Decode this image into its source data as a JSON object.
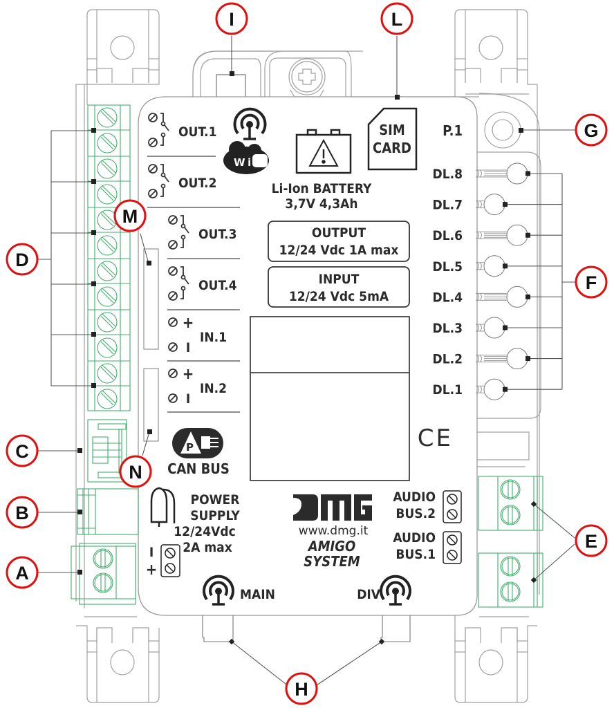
{
  "diagram": {
    "title_brand": "DMG",
    "website": "www.dmg.it",
    "product_line1": "AMIGO",
    "product_line2": "SYSTEM",
    "colors": {
      "outline": "#9a9a9a",
      "text": "#2b2b2b",
      "connector": "#3fae6a",
      "callout_ring": "#e01010"
    },
    "relay_outputs": [
      "OUT.1",
      "OUT.2",
      "OUT.3",
      "OUT.4"
    ],
    "inputs": [
      {
        "label": "IN.1",
        "plus": "+",
        "minus": "I"
      },
      {
        "label": "IN.2",
        "plus": "+",
        "minus": "I"
      }
    ],
    "wifi_label": "WiFi",
    "battery": {
      "line1": "Li-Ion BATTERY",
      "line2": "3,7V 4,3Ah"
    },
    "sim": {
      "line1": "SIM",
      "line2": "CARD"
    },
    "output_box": {
      "line1": "OUTPUT",
      "line2": "12/24 Vdc 1A max"
    },
    "input_box": {
      "line1": "INPUT",
      "line2": "12/24 Vdc 5mA"
    },
    "p1_label": "P.1",
    "leds": [
      "DL.8",
      "DL.7",
      "DL.6",
      "DL.5",
      "DL.4",
      "DL.3",
      "DL.2",
      "DL.1"
    ],
    "ce_mark": "CE",
    "can_bus": {
      "icon_letter": "P",
      "label": "CAN BUS"
    },
    "power_supply": {
      "line1": "POWER",
      "line2": "SUPPLY",
      "line3": "12/24Vdc",
      "line4": "2A max",
      "minus": "I",
      "plus": "+"
    },
    "audio_bus": [
      {
        "line1": "AUDIO",
        "line2": "BUS.2"
      },
      {
        "line1": "AUDIO",
        "line2": "BUS.1"
      }
    ],
    "antennas": {
      "main": "MAIN",
      "div": "DIV"
    },
    "callouts": [
      "A",
      "B",
      "C",
      "D",
      "E",
      "F",
      "G",
      "H",
      "I",
      "L",
      "M",
      "N"
    ]
  }
}
